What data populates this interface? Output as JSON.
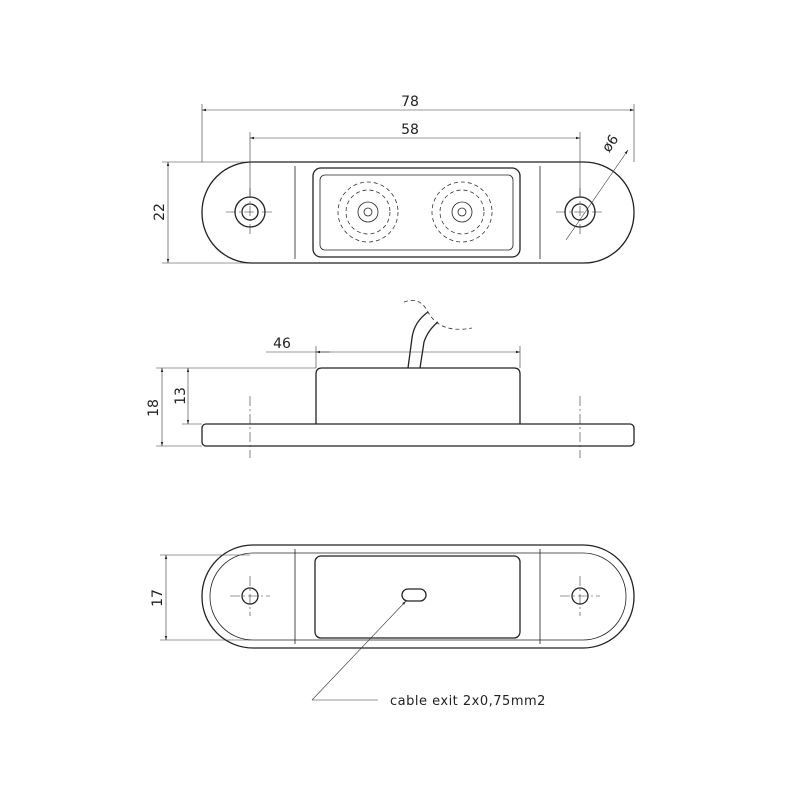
{
  "top_view": {
    "overall_length": "78",
    "hole_spacing": "58",
    "height": "22",
    "hole_diameter": "ø6"
  },
  "side_view": {
    "housing_length": "46",
    "total_height": "18",
    "housing_height": "13"
  },
  "bottom_view": {
    "height": "17",
    "cable_note": "cable exit 2x0,75mm2"
  },
  "colors": {
    "line": "#222222",
    "background": "#ffffff"
  }
}
